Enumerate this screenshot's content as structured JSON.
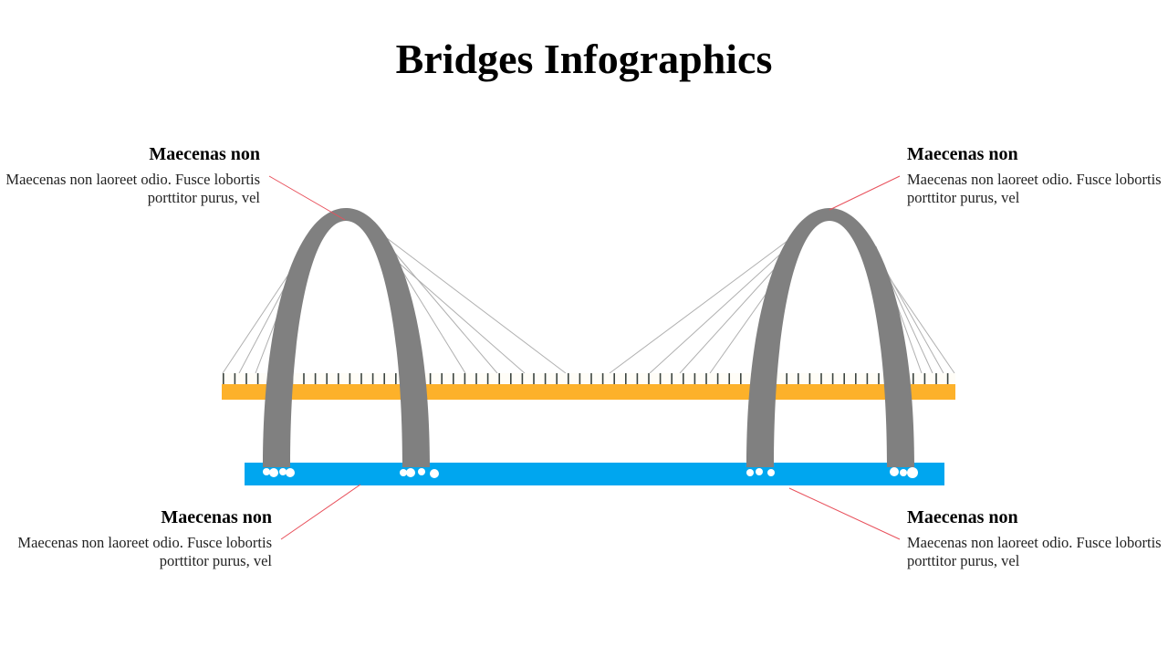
{
  "title": "Bridges Infographics",
  "blocks": [
    {
      "heading": "Maecenas non",
      "text": "Maecenas non laoreet odio. Fusce lobortis porttitor purus, vel"
    },
    {
      "heading": "Maecenas non",
      "text": "Maecenas non laoreet odio. Fusce lobortis porttitor purus, vel"
    },
    {
      "heading": "Maecenas non",
      "text": "Maecenas non laoreet odio. Fusce lobortis porttitor purus, vel"
    },
    {
      "heading": "Maecenas non",
      "text": "Maecenas non laoreet odio. Fusce lobortis porttitor purus, vel"
    }
  ],
  "colors": {
    "arch": "#808080",
    "deck": "#fdb12a",
    "river": "#00a6ef",
    "leader": "#e8505b",
    "cable": "#b0b0b0"
  }
}
